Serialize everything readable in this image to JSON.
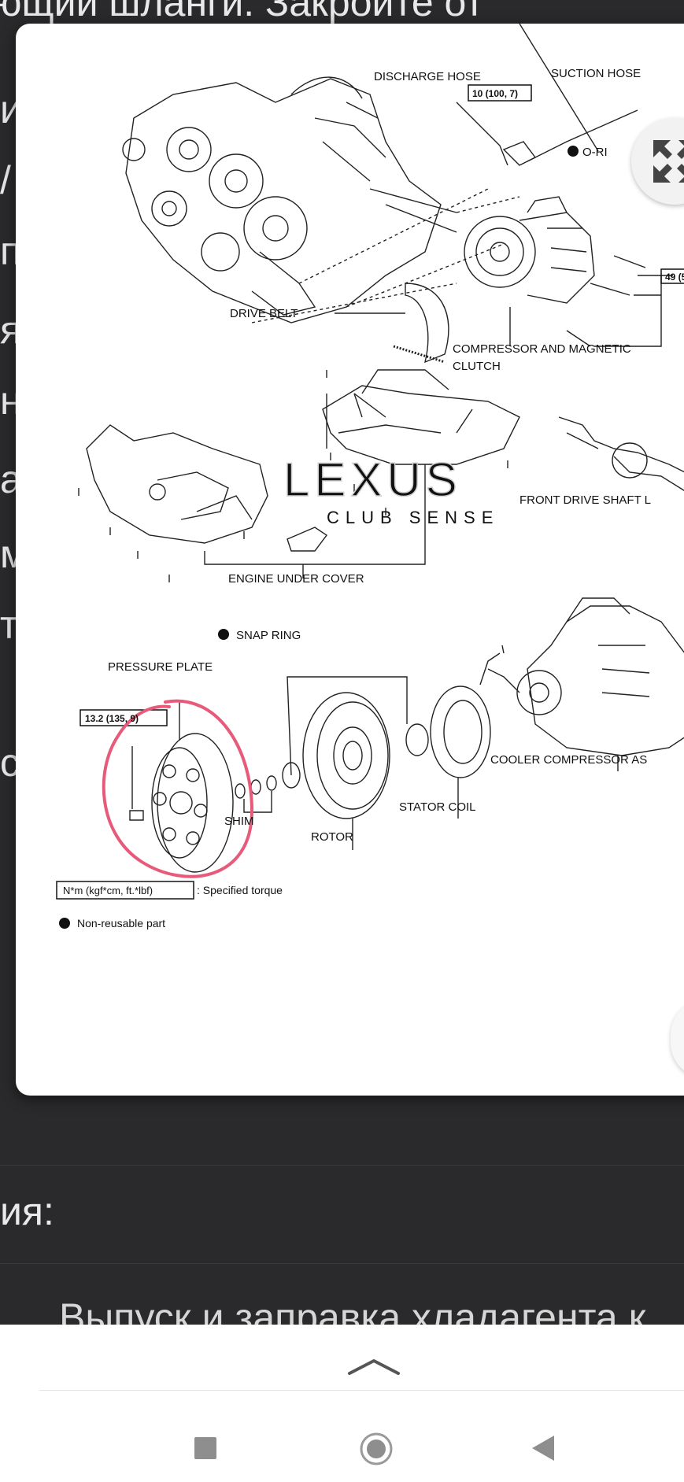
{
  "background": {
    "top_fragment": "ющий шланги. Закройте от",
    "left_glyphs": [
      "и",
      "/",
      "п",
      "я",
      "н",
      "а",
      "м",
      "т",
      "с"
    ],
    "section_label": "ия:",
    "bottom_fragment": "Выпуск и заправка хладагента к"
  },
  "diagram": {
    "labels": {
      "discharge_hose": "DISCHARGE HOSE",
      "suction_hose": "SUCTION HOSE",
      "torque_top": "10 (100, 7)",
      "o_ring": "O-RI",
      "torque_right": "49 (5",
      "drive_belt": "DRIVE BELT",
      "compressor_line1": "COMPRESSOR AND MAGNETIC",
      "compressor_line2": "CLUTCH",
      "front_drive_shaft": "FRONT DRIVE SHAFT L",
      "engine_under_cover": "ENGINE UNDER COVER",
      "snap_ring": "SNAP RING",
      "pressure_plate": "PRESSURE PLATE",
      "torque_plate": "13.2 (135, 9)",
      "shim": "SHIM",
      "rotor": "ROTOR",
      "stator_coil": "STATOR COIL",
      "cooler_compressor": "COOLER COMPRESSOR AS",
      "legend_box": "N*m (kgf*cm, ft.*lbf)",
      "legend_torque": ": Specified torque",
      "legend_nonreusable": "Non-reusable part"
    },
    "watermark_line1": "LEXUS",
    "watermark_line2": "CLUB SENSE",
    "annotation_color": "#e85a7a"
  },
  "controls": {
    "expand_icon": "expand-icon",
    "nav": [
      "square-icon",
      "circle-icon",
      "triangle-back-icon",
      "chevron-up-icon"
    ]
  }
}
